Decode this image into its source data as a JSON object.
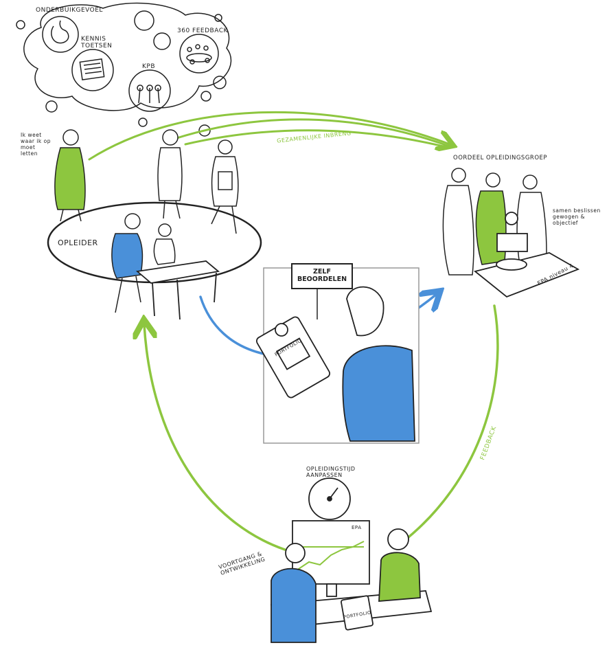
{
  "thought_cloud": {
    "onderbuikgevoel": "ONDERBUIKGEVOEL",
    "kennistoetsen": "KENNIS TOETSEN",
    "feedback360": "360 FEEDBACK",
    "kpb": "KPB"
  },
  "scene_left": {
    "quote": "Ik weet waar ik op moet letten",
    "opleider": "OPLEIDER"
  },
  "arrows": {
    "gezamenlijke_inbreng": "GEZAMENLIJKE INBRENG",
    "feedback": "FEEDBACK"
  },
  "scene_right": {
    "title": "OORDEEL OPLEIDINGSGROEP",
    "decision": "samen beslissen gewogen & objectief",
    "epa": "EPA niveau 4"
  },
  "scene_center": {
    "label": "ZELF BEOORDELEN",
    "portfolio": "PORTFOLIO"
  },
  "scene_bottom": {
    "opleidingstijd": "OPLEIDINGSTIJD AANPASSEN",
    "voortgang": "VOORTGANG & ONTWIKKELING",
    "epa": "EPA",
    "portfolio": "PORTFOLIO"
  },
  "colors": {
    "green": "#8dc63f",
    "blue": "#4a90d9",
    "ink": "#222222"
  }
}
